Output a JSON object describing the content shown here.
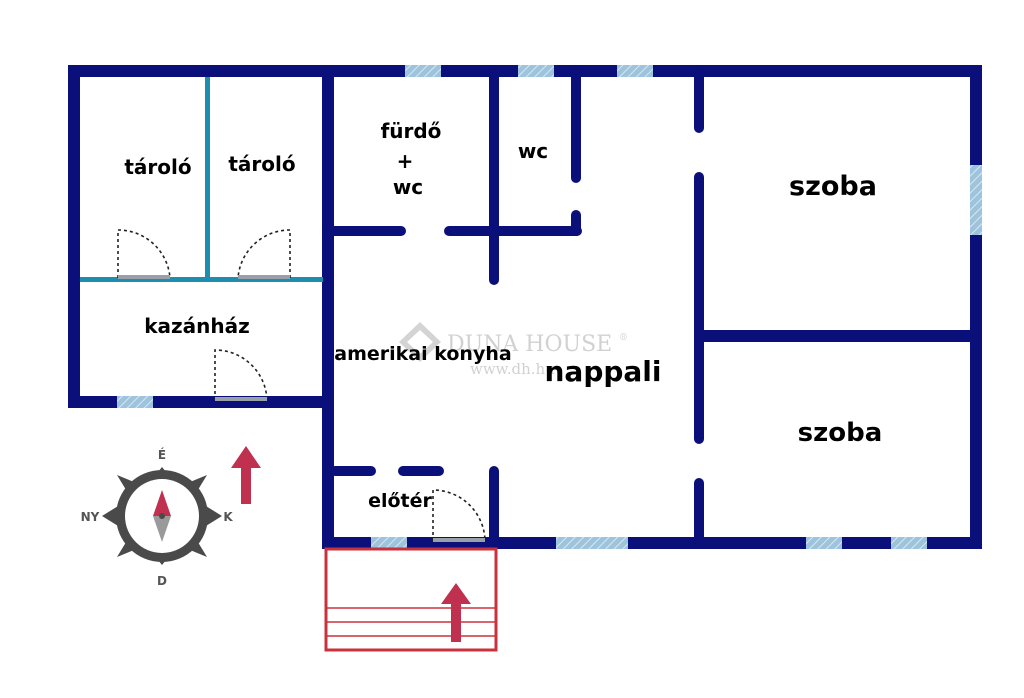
{
  "rooms": {
    "storage_left": "tároló",
    "storage_right": "tároló",
    "bathroom_line1": "fürdő",
    "bathroom_line2": "+",
    "bathroom_line3": "wc",
    "toilet": "wc",
    "room_top": "szoba",
    "boiler": "kazánház",
    "kitchen": "amerikai konyha",
    "living": "nappali",
    "room_bottom": "szoba",
    "hall": "előtér"
  },
  "compass": {
    "north": "É",
    "east": "K",
    "south": "D",
    "west": "NY"
  },
  "watermark": {
    "brand": "DUNA HOUSE",
    "registered": "®",
    "url": "www.dh.hu"
  },
  "colors": {
    "wall": "#0a0f7a",
    "partition": "#1f8db0",
    "window": "#9ec3dc",
    "terrace": "#c8323c",
    "arrow": "#c0304f",
    "door_sill": "#9aa0aa",
    "compass_ring": "#4a4a4a"
  }
}
